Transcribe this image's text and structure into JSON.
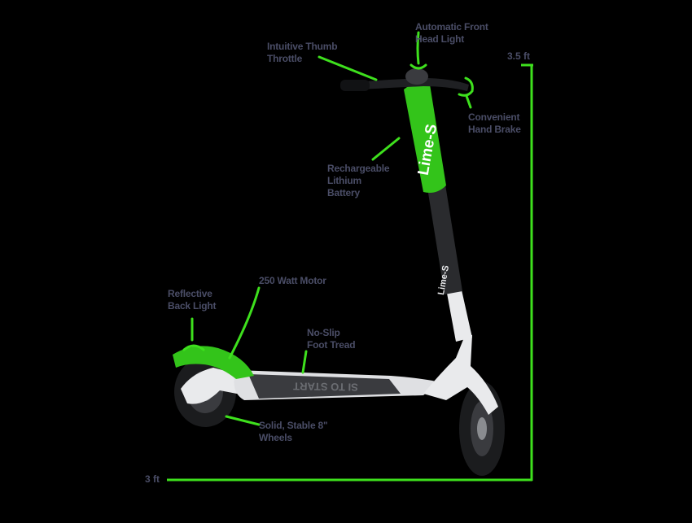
{
  "dimensions": {
    "height": "3.5 ft",
    "length": "3 ft"
  },
  "callouts": {
    "thumb_throttle": [
      "Intuitive Thumb",
      "Throttle"
    ],
    "head_light": [
      "Automatic Front",
      "Head Light"
    ],
    "hand_brake": [
      "Convenient",
      "Hand Brake"
    ],
    "battery": [
      "Rechargeable",
      "Lithium",
      "Battery"
    ],
    "motor": [
      "250 Watt Motor"
    ],
    "back_light": [
      "Reflective",
      "Back Light"
    ],
    "foot_tread": [
      "No-Slip",
      "Foot Tread"
    ],
    "wheels": [
      "Solid, Stable 8\"",
      "Wheels"
    ]
  },
  "branding": {
    "stem_logo": "Lime-S",
    "deck_text": "SI TO START",
    "post_logo": "Lime-S"
  },
  "colors": {
    "background": "#000000",
    "accent_green": "#3ee01d",
    "brand_green": "#33c41a",
    "label_text": "#4a4d66",
    "frame_white": "#e9eaec",
    "frame_dark": "#2a2b2e"
  }
}
